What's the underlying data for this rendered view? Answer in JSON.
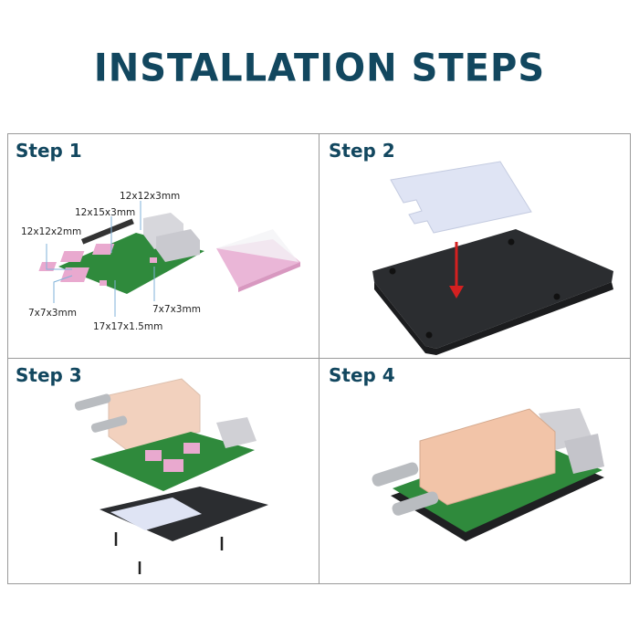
{
  "title": "INSTALLATION STEPS",
  "steps": [
    {
      "label": "Step 1",
      "pad_sizes": [
        "12x12x3mm",
        "12x15x3mm",
        "12x12x2mm",
        "7x7x3mm",
        "7x7x3mm",
        "17x17x1.5mm"
      ]
    },
    {
      "label": "Step 2"
    },
    {
      "label": "Step 3"
    },
    {
      "label": "Step 4"
    }
  ],
  "colors": {
    "title": "#12475f",
    "arrow": "#d42020",
    "thermal_pad": "#e9a9cf",
    "board": "#2f8a3c",
    "heatsink": "#2b2d30"
  }
}
